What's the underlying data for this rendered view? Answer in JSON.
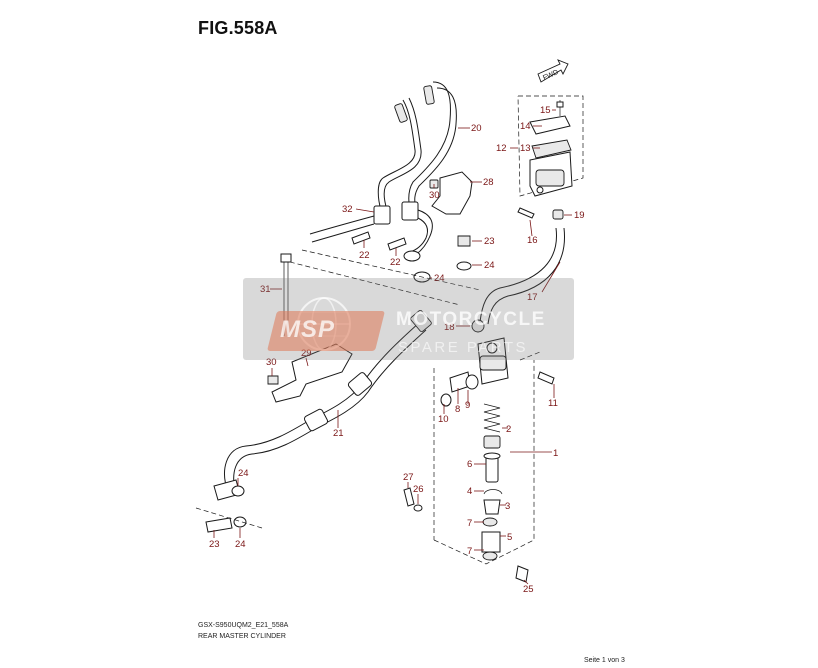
{
  "figure": {
    "title": "FIG.558A",
    "model_code": "GSX-S950UQM2_E21_558A",
    "subtitle": "REAR MASTER CYLINDER",
    "page_number": "Seite 1 von 3"
  },
  "direction_tag": "FWD",
  "callouts": {
    "c1": "1",
    "c2": "2",
    "c3": "3",
    "c4": "4",
    "c5": "5",
    "c6": "6",
    "c7a": "7",
    "c7b": "7",
    "c8": "8",
    "c9": "9",
    "c10": "10",
    "c11": "11",
    "c12": "12",
    "c13": "13",
    "c14": "14",
    "c15": "15",
    "c16": "16",
    "c17": "17",
    "c18": "18",
    "c19": "19",
    "c20": "20",
    "c21": "21",
    "c22a": "22",
    "c22b": "22",
    "c23a": "23",
    "c23b": "23",
    "c24a": "24",
    "c24b": "24",
    "c24c": "24",
    "c24d": "24",
    "c25": "25",
    "c26": "26",
    "c27": "27",
    "c28": "28",
    "c29": "29",
    "c30a": "30",
    "c30b": "30",
    "c31": "31",
    "c32": "32"
  },
  "watermark": {
    "brand_short": "MSP",
    "line1": "MOTORCYCLE",
    "line2": "SPARE PARTS"
  },
  "colors": {
    "callout": "#7a1616",
    "line_art": "#1a1a1a",
    "watermark_band": "#8a8a8a",
    "watermark_accent": "#de7654"
  }
}
